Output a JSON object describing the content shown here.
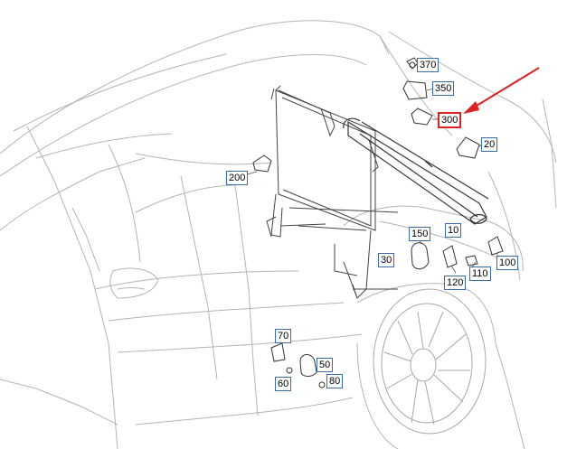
{
  "callouts": {
    "c370": "370",
    "c350": "350",
    "c300": "300",
    "c20": "20",
    "c200": "200",
    "c150": "150",
    "c10": "10",
    "c30": "30",
    "c110": "110",
    "c100": "100",
    "c120": "120",
    "c70": "70",
    "c50": "50",
    "c60": "60",
    "c80": "80"
  },
  "highlighted_callout": "300",
  "colors": {
    "line": "#9a9a9a",
    "part": "#333333",
    "callout_border": "#3d6aa8",
    "highlight": "#e02020"
  }
}
